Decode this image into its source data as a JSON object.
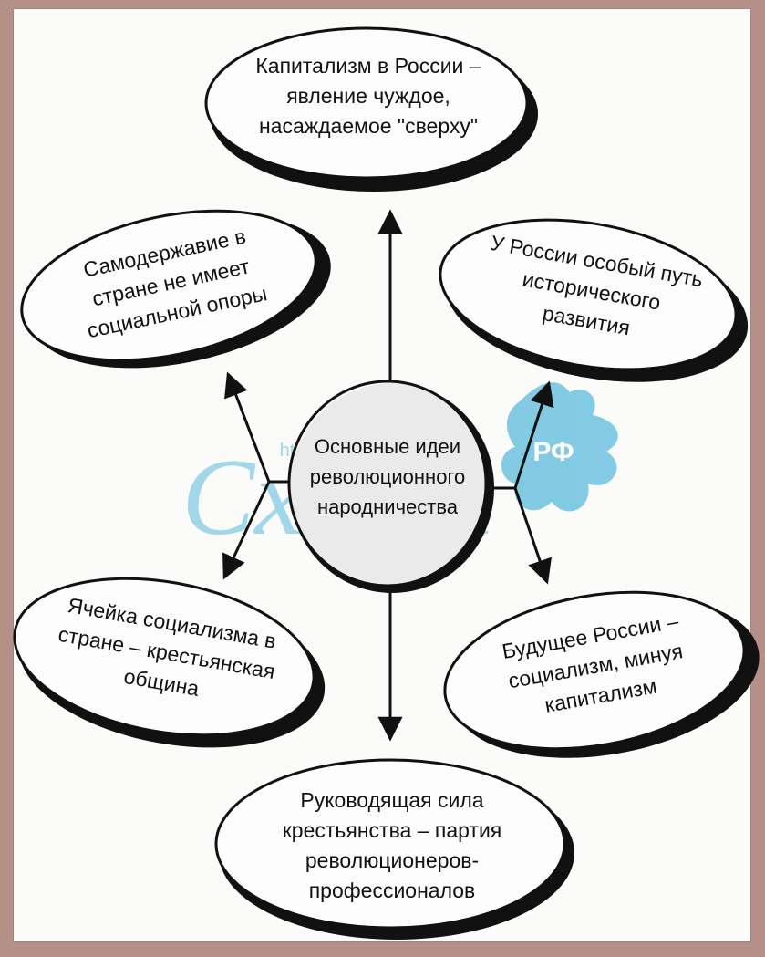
{
  "diagram": {
    "center": {
      "lines": [
        "Основные идеи",
        "революционного",
        "народничества"
      ]
    },
    "nodes": [
      {
        "id": "top",
        "lines": [
          "Капитализм в России –",
          "явление чуждое,",
          "насаждаемое \"сверху\""
        ]
      },
      {
        "id": "upper-left",
        "lines": [
          "Самодержавие в",
          "стране не имеет",
          "социальной опоры"
        ]
      },
      {
        "id": "upper-right",
        "lines": [
          "У России особый путь",
          "исторического",
          "развития"
        ]
      },
      {
        "id": "lower-left",
        "lines": [
          "Ячейка социализма в",
          "стране – крестьянская",
          "община"
        ]
      },
      {
        "id": "lower-right",
        "lines": [
          "Будущее России –",
          "социализм, минуя",
          "капитализм"
        ]
      },
      {
        "id": "bottom",
        "lines": [
          "Руководящая сила",
          "крестьянства – партия",
          "революционеров-",
          "профессионалов"
        ]
      }
    ]
  },
  "watermark": {
    "url": "http://...",
    "word": "Схемы",
    "badge": "РФ",
    "color": "#6ec3e0"
  }
}
